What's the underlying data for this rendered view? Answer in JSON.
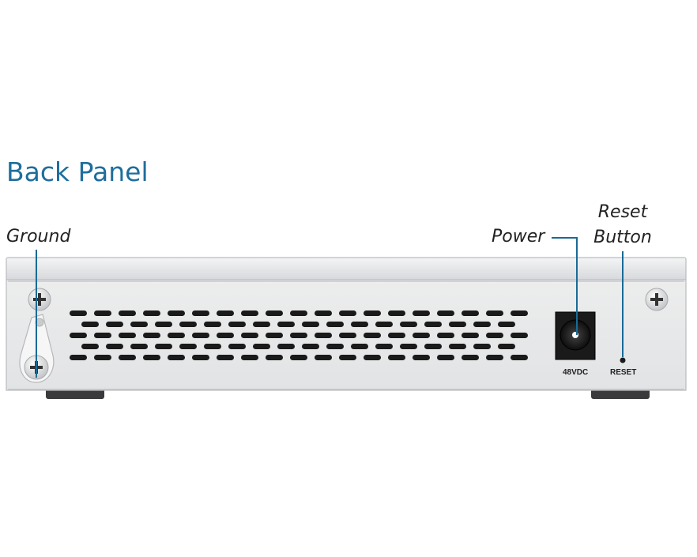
{
  "title": "Back Panel",
  "callouts": {
    "ground": "Ground",
    "power": "Power",
    "reset_line1": "Reset",
    "reset_line2": "Button"
  },
  "port_labels": {
    "power": "48VDC",
    "reset": "RESET"
  },
  "colors": {
    "title": "#1e6e9c",
    "leader_line": "#1a6a96",
    "chassis": "#e6e7e9",
    "vent": "#1a1a1a"
  }
}
